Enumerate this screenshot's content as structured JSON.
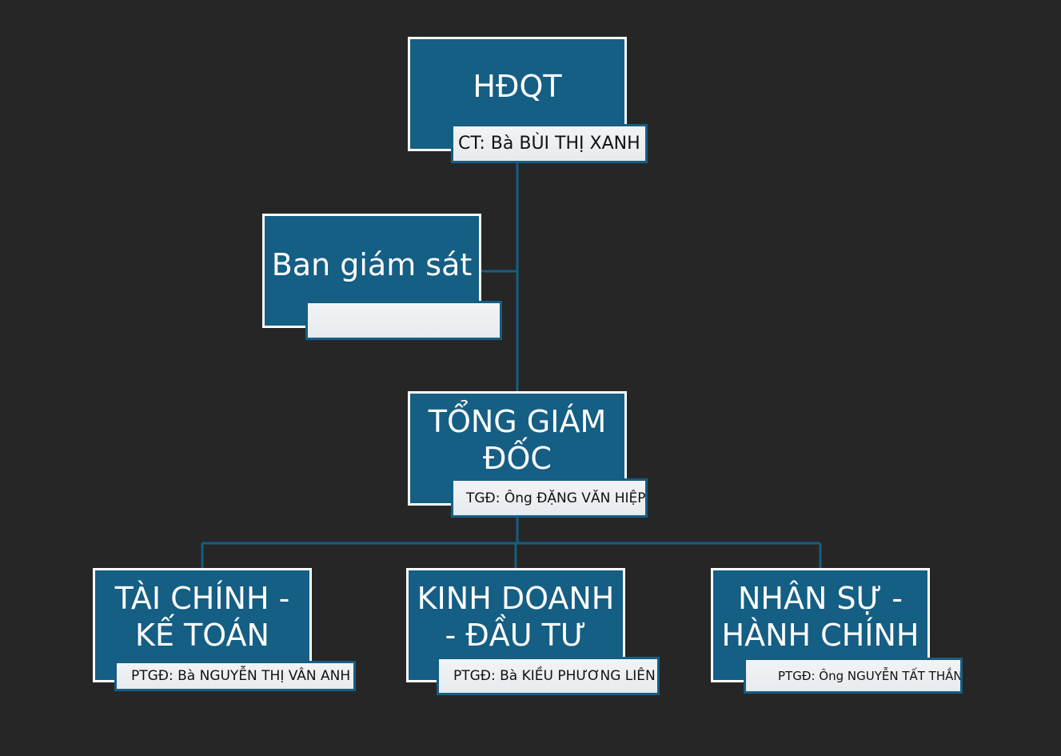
{
  "colors": {
    "background": "#262626",
    "node_fill": "#155e84",
    "node_border": "#ffffff",
    "label_fill": "#eef1f3",
    "label_border": "#155e84",
    "connector": "#155e84"
  },
  "nodes": {
    "hdqt": {
      "title": "HĐQT",
      "label": "CT: Bà BÙI THỊ XANH"
    },
    "ban_giam_sat": {
      "title": "Ban giám sát",
      "label": ""
    },
    "tong_giam_doc": {
      "title": "TỔNG GIÁM ĐỐC",
      "label": "TGĐ: Ông ĐẶNG VĂN HIỆP"
    },
    "tai_chinh_ke_toan": {
      "title": "TÀI CHÍNH - KẾ TOÁN",
      "label": "PTGĐ: Bà NGUYỄN THỊ VÂN ANH"
    },
    "kinh_doanh_dau_tu": {
      "title": "KINH DOANH - ĐẦU TƯ",
      "label": "PTGĐ: Bà KIỀU PHƯƠNG LIÊN"
    },
    "nhan_su_hanh_chinh": {
      "title": "NHÂN SỰ - HÀNH CHÍNH",
      "label": "PTGĐ: Ông NGUYỄN TẤT THẮNG"
    }
  }
}
